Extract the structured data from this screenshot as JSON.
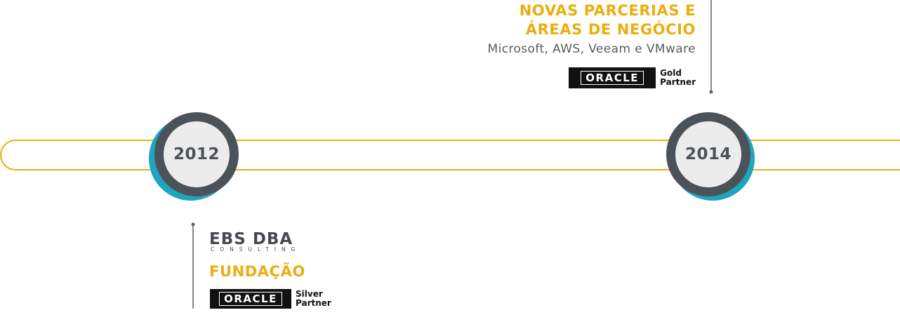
{
  "timeline": {
    "events": [
      {
        "year": "2012",
        "headline": "FUNDAÇÃO",
        "logo_text": "EBS DBA",
        "logo_subtext": "CONSULTING",
        "badge": {
          "brand": "ORACLE",
          "tier_line1": "Silver",
          "tier_line2": "Partner"
        }
      },
      {
        "year": "2014",
        "headline_line1": "NOVAS PARCERIAS E",
        "headline_line2": "ÁREAS DE NEGÓCIO",
        "subtext": "Microsoft, AWS, Veeam e VMware",
        "badge": {
          "brand": "ORACLE",
          "tier_line1": "Gold",
          "tier_line2": "Partner"
        }
      }
    ]
  },
  "colors": {
    "accent_yellow": "#eaae0f",
    "accent_teal": "#1ea5bf",
    "ring_dark": "#4b5359",
    "text_gray": "#555b61"
  }
}
